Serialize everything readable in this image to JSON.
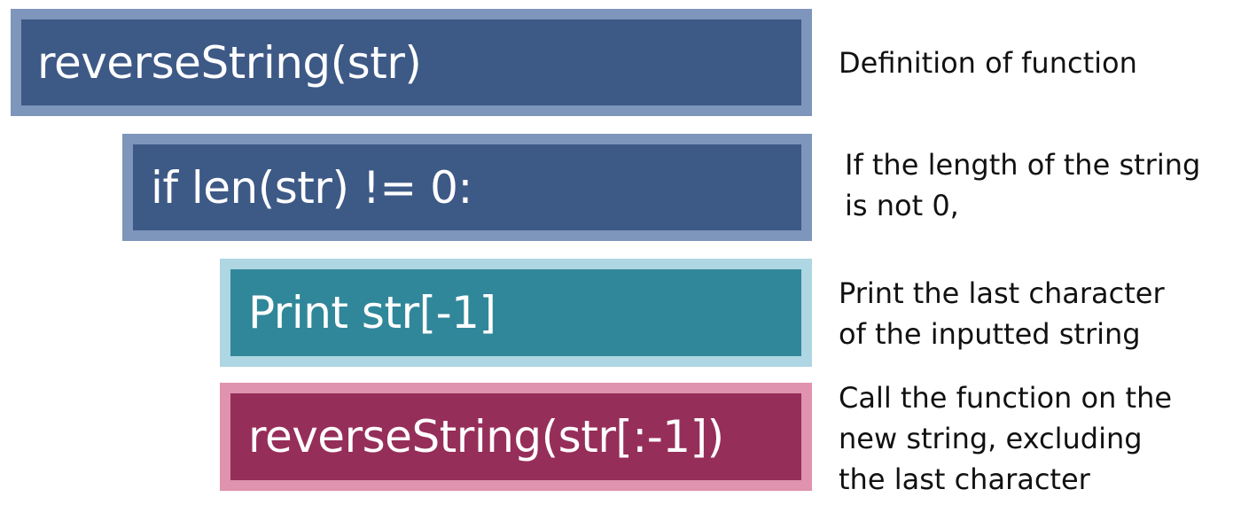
{
  "colors": {
    "dark_blue_border": "#7e95bc",
    "dark_blue_fill": "#3d5986",
    "teal_border": "#aed6e3",
    "teal_fill": "#31879a",
    "magenta_border": "#df93ae",
    "magenta_fill": "#962e5a"
  },
  "steps": [
    {
      "code": "reverseString(str)",
      "note": [
        "Definition of function"
      ]
    },
    {
      "code": "if len(str) != 0:",
      "note": [
        "If the length of the string",
        "is not 0,"
      ]
    },
    {
      "code": "Print str[-1]",
      "note": [
        "Print the last character",
        "of the inputted string"
      ]
    },
    {
      "code": "reverseString(str[:-1])",
      "note": [
        "Call the function on the",
        "new string, excluding",
        "the last character"
      ]
    }
  ]
}
